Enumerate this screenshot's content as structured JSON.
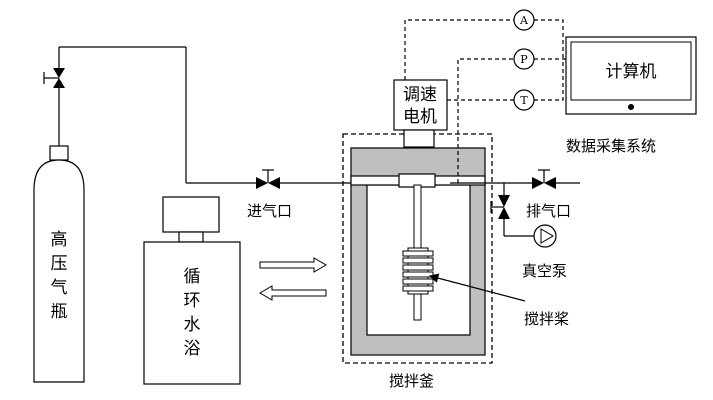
{
  "labels": {
    "cylinder": [
      "高",
      "压",
      "气",
      "瓶"
    ],
    "bath": [
      "循",
      "环",
      "水",
      "浴"
    ],
    "inlet": "进气口",
    "outlet": "排气口",
    "pump": "真空泵",
    "paddle": "搅拌桨",
    "reactor": "搅拌釜",
    "motor": [
      "调速",
      "电机"
    ],
    "computer": "计算机",
    "daq": "数据采集系统",
    "gauge_a": "A",
    "gauge_p": "P",
    "gauge_t": "T"
  },
  "colors": {
    "jacket": "#bfbfbf",
    "line": "#000000",
    "screen_frame": "#d9d9d9"
  }
}
